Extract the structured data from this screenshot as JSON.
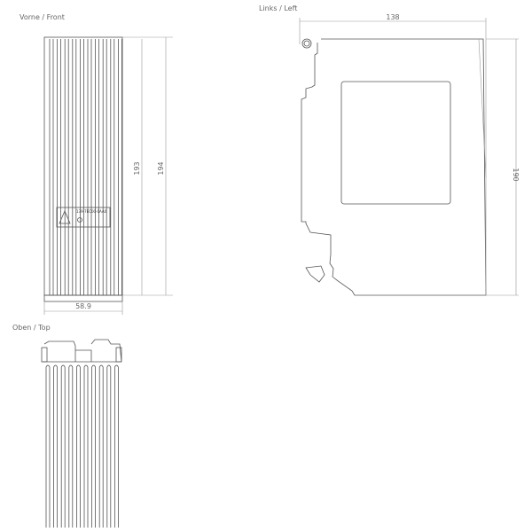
{
  "views": {
    "front": {
      "title": "Vorne  /  Front",
      "dim_height_inner": "193",
      "dim_height_outer": "194",
      "dim_width": "58.9",
      "label_text": "139-7EC00-0AA0"
    },
    "left": {
      "title": "Links  /  Left",
      "dim_depth": "138",
      "dim_height": "190"
    },
    "top": {
      "title": "Oben  /  Top"
    }
  },
  "colors": {
    "line": "#555555",
    "dimension": "#999999"
  }
}
